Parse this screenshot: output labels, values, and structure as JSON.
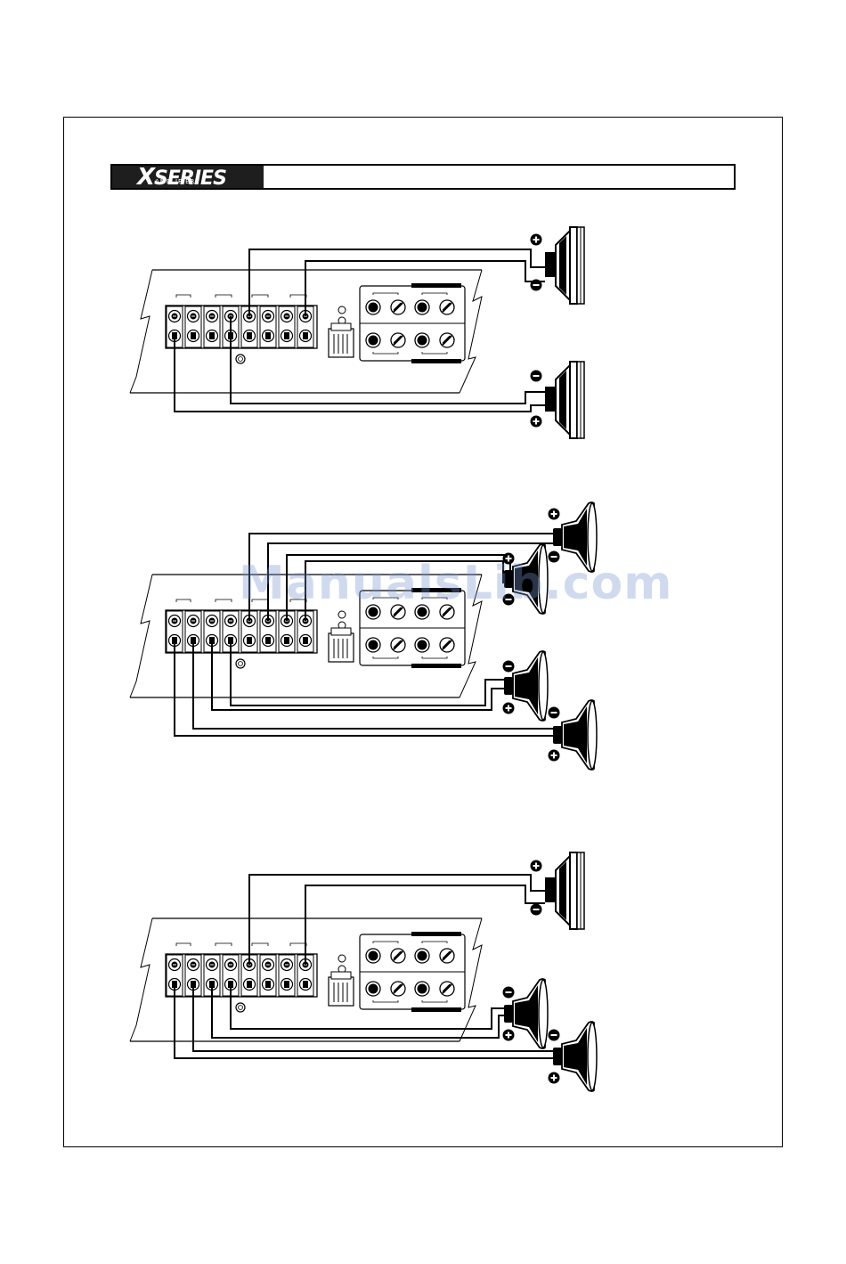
{
  "header": {
    "logo_mark": "X",
    "logo_word": "SERIES",
    "logo_sub": "AMPLIFIER",
    "title": ""
  },
  "watermark": "ManualsLib.com",
  "colors": {
    "ink": "#000000",
    "logo_bg": "#1e1e1e",
    "watermark": "#7896d2"
  },
  "diagrams": [
    {
      "id": "diagram-1",
      "speaker_type": "box-woofer",
      "speaker_count": 2
    },
    {
      "id": "diagram-2",
      "speaker_type": "cone",
      "speaker_count": 4
    },
    {
      "id": "diagram-3",
      "speaker_type": "mixed",
      "speaker_count": 3
    }
  ]
}
